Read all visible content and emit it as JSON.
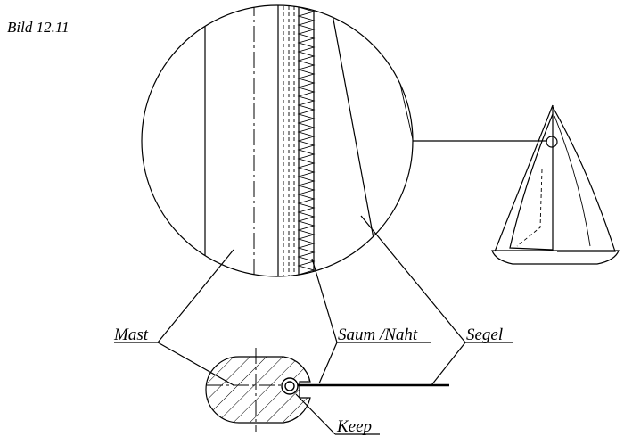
{
  "figure_label": "Bild 12.11",
  "labels": {
    "mast": "Mast",
    "saum_naht": "Saum /Naht",
    "segel": "Segel",
    "keep": "Keep"
  }
}
